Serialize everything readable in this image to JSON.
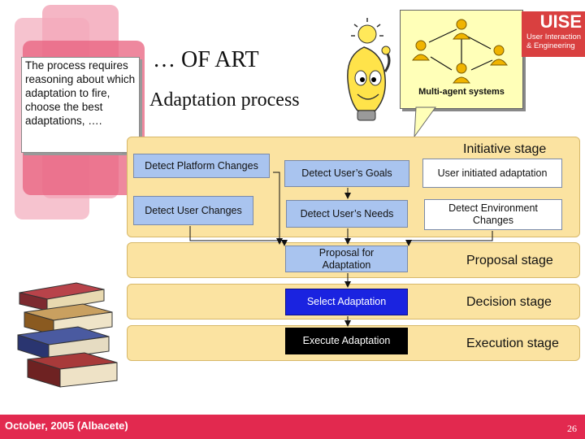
{
  "slide": {
    "title_line1": "… OF ART",
    "title_line2": "Adaptation process",
    "callout_text": "The process requires reasoning about which adaptation to fire, choose the best adaptations, ….",
    "multi_agent_label": "Multi-agent systems",
    "logo": {
      "top": "UISE",
      "sub_line1": "User Interaction",
      "sub_line2": "& Engineering"
    },
    "footer_date": "October, 2005 (Albacete)",
    "page_number": "26"
  },
  "stages": {
    "initiative": "Initiative stage",
    "proposal": "Proposal stage",
    "decision": "Decision stage",
    "execution": "Execution stage"
  },
  "boxes": {
    "detect_platform": "Detect Platform Changes",
    "detect_goals": "Detect User’s Goals",
    "user_initiated": "User initiated adaptation",
    "detect_user_changes": "Detect User Changes",
    "detect_needs": "Detect User’s Needs",
    "detect_environment": "Detect Environment Changes",
    "proposal": "Proposal for Adaptation",
    "select": "Select Adaptation",
    "execute": "Execute Adaptation"
  },
  "colors": {
    "footer": "#e2294f",
    "stage_panel": "#fbe3a1",
    "light_box": "#a9c4ef",
    "select_box": "#1a23e0",
    "execute_box": "#000000"
  }
}
